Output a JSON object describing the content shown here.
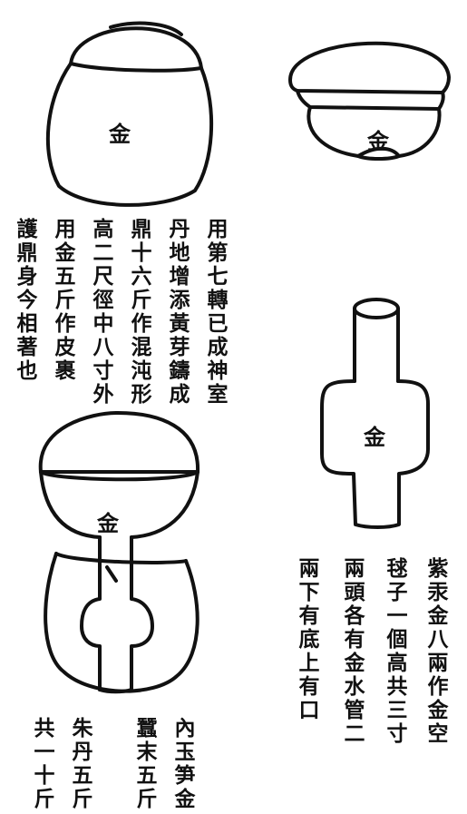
{
  "labels": {
    "vessel_1": "金",
    "vessel_2": "金",
    "vessel_3": "金",
    "vessel_4": "金"
  },
  "text_block_1": [
    "用第七轉已成神室",
    "丹地增添黃芽鑄成",
    "鼎十六斤作混沌形",
    "高二尺徑中八寸外",
    "用金五斤作皮裹",
    "護鼎身今相著也"
  ],
  "text_block_2": [
    "紫汞金八兩作金空",
    "毬子一個高共三寸",
    "兩頭各有金水管二",
    "兩下有底上有口"
  ],
  "text_block_3": [
    "內玉笋金",
    "蠶末五斤",
    "朱丹五斤",
    "共一十斤"
  ]
}
